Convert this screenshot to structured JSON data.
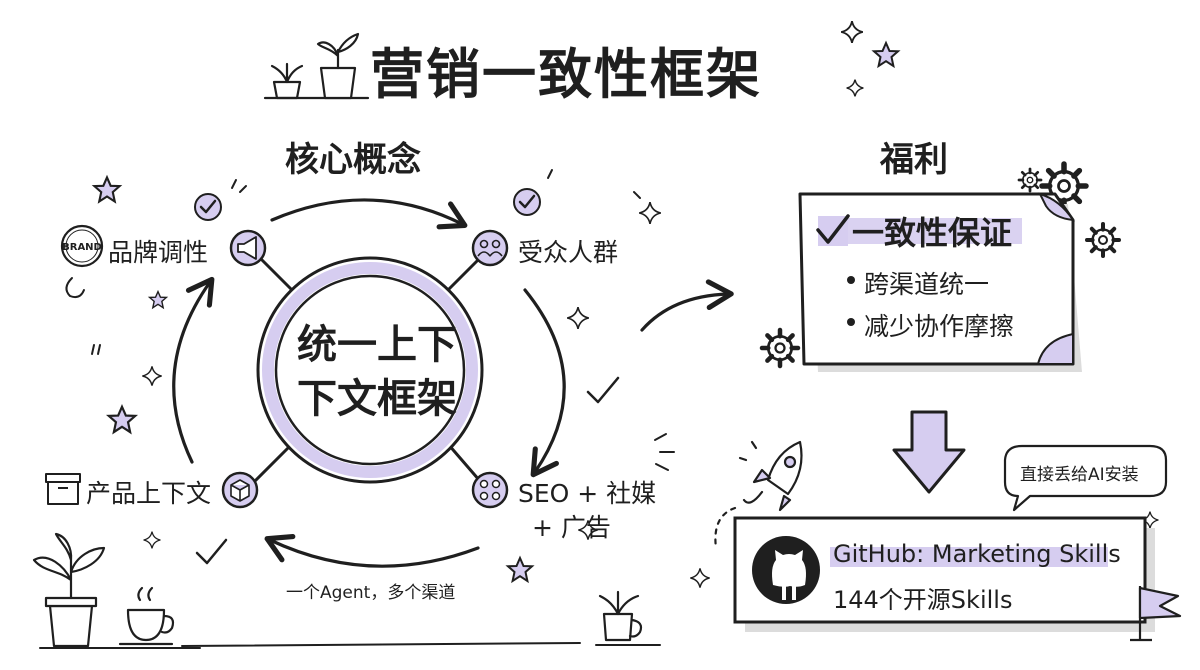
{
  "title": "营销一致性框架",
  "core": {
    "heading": "核心概念",
    "hub": "统一上下下文框架",
    "hub_line1": "统一上下",
    "hub_line2": "下文框架",
    "nodes": {
      "brand_tone": "品牌调性",
      "audience": "受众人群",
      "product_context": "产品上下文",
      "seo_social_line1": "SEO + 社媒",
      "seo_social_line2": "+ 广告"
    },
    "brand_stamp": "BRAND",
    "cycle_caption": "一个Agent，多个渠道"
  },
  "benefits": {
    "heading": "福利",
    "card_title": "一致性保证",
    "bullets": [
      "跨渠道统一",
      "减少协作摩擦"
    ]
  },
  "github": {
    "speech": "直接丢给AI安装",
    "name": "GitHub: Marketing Skills",
    "subtitle": "144个开源Skills"
  },
  "colors": {
    "ink": "#1f1f1f",
    "lavender": "#d6cdf0",
    "lavender_dark": "#b8abe3",
    "shadow": "#dcdcdc"
  },
  "icons": {
    "title_decoration": "potted-plant-icon",
    "brand_tone": "megaphone-icon",
    "audience": "people-icon",
    "product_context": "box-icon",
    "seo_social": "network-icon",
    "github": "github-octocat-icon",
    "check": "checkmark-icon",
    "star": "star-icon",
    "gear": "gear-icon",
    "rocket": "rocket-icon",
    "flag": "flag-icon",
    "coffee": "coffee-cup-icon"
  }
}
